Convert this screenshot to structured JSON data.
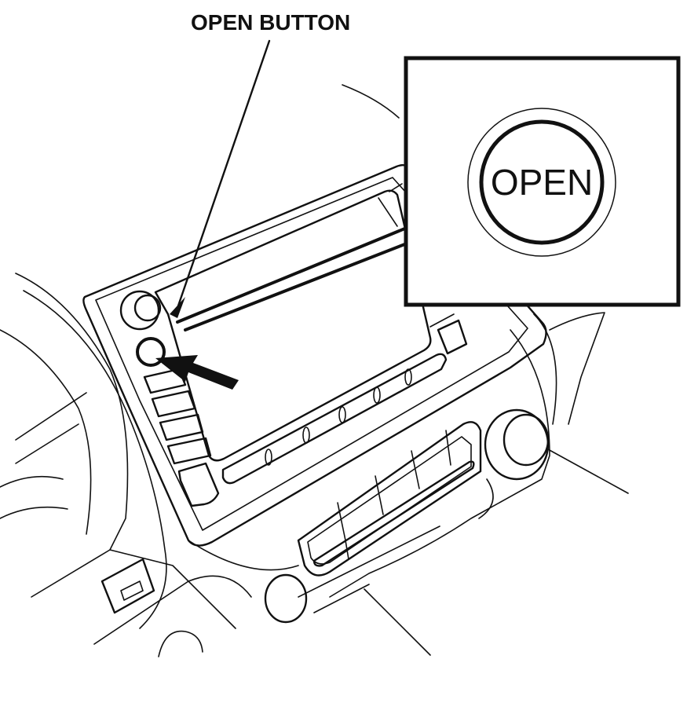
{
  "callout_label": "OPEN BUTTON",
  "inset_button_label": "OPEN",
  "icons": {
    "pointer": "arrow-icon",
    "leader": "leader-line",
    "knob": "knob-icon"
  },
  "colors": {
    "ink": "#111111",
    "background": "#ffffff"
  }
}
